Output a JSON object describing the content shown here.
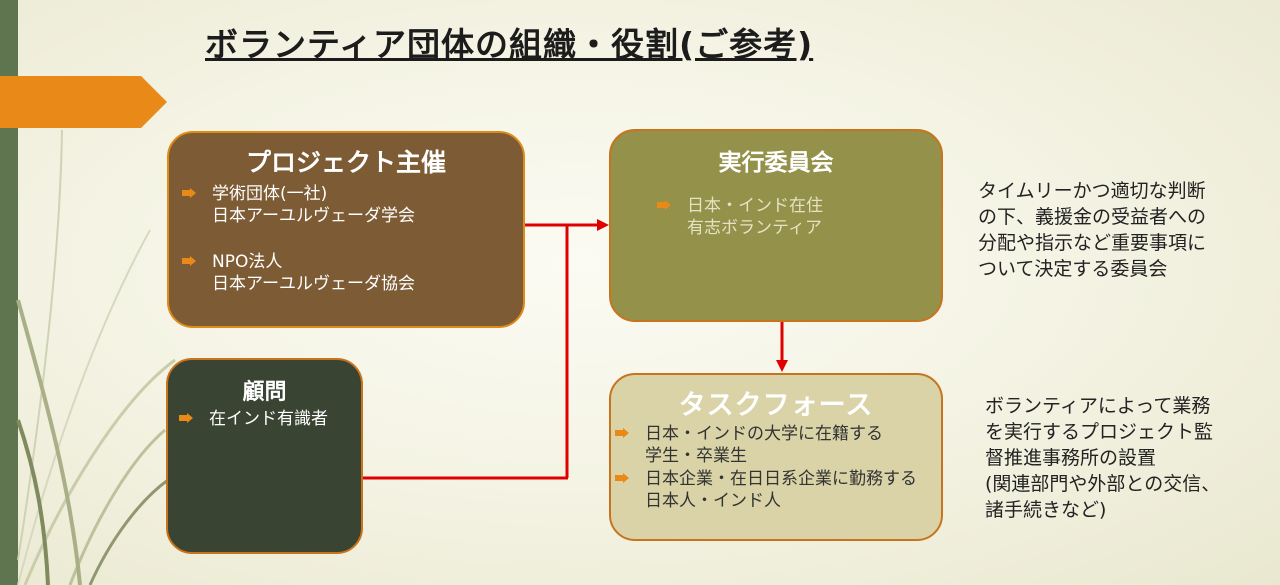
{
  "slide_title": "ボランティア団体の組織・役割(ご参考)",
  "colors": {
    "sponsor_fill": "#7d5c35",
    "committee_fill": "#93914a",
    "advisor_fill": "#3a4433",
    "task_fill": "#d9d3a7",
    "accent_orange": "#e98a18",
    "connector_red": "#e00000"
  },
  "boxes": {
    "sponsor": {
      "title": "プロジェクト主催",
      "items": [
        {
          "line1": "学術団体(一社)",
          "line2": "日本アーユルヴェーダ学会"
        },
        {
          "line1": "NPO法人",
          "line2": "日本アーユルヴェーダ協会"
        }
      ]
    },
    "committee": {
      "title": "実行委員会",
      "items": [
        {
          "line1": "日本・インド在住",
          "line2": "有志ボランティア"
        }
      ]
    },
    "advisor": {
      "title": "顧問",
      "items": [
        {
          "line1": "在インド有識者"
        }
      ]
    },
    "task": {
      "title": "タスクフォース",
      "items": [
        {
          "line1": "日本・インドの大学に在籍する",
          "line2": "学生・卒業生"
        },
        {
          "line1": "日本企業・在日日系企業に勤務する",
          "line2": "日本人・インド人"
        }
      ]
    }
  },
  "descriptions": {
    "committee": [
      "タイムリーかつ適切な判断",
      "の下、義援金の受益者への",
      "分配や指示など重要事項に",
      "ついて決定する委員会"
    ],
    "task": [
      "ボランティアによって業務",
      "を実行するプロジェクト監",
      "督推進事務所の設置",
      "(関連部門や外部との交信、",
      "諸手続きなど)"
    ]
  },
  "icons": {
    "bullet": "orange-arrow-bullet-icon",
    "decoration": "arrow-tab-icon"
  }
}
